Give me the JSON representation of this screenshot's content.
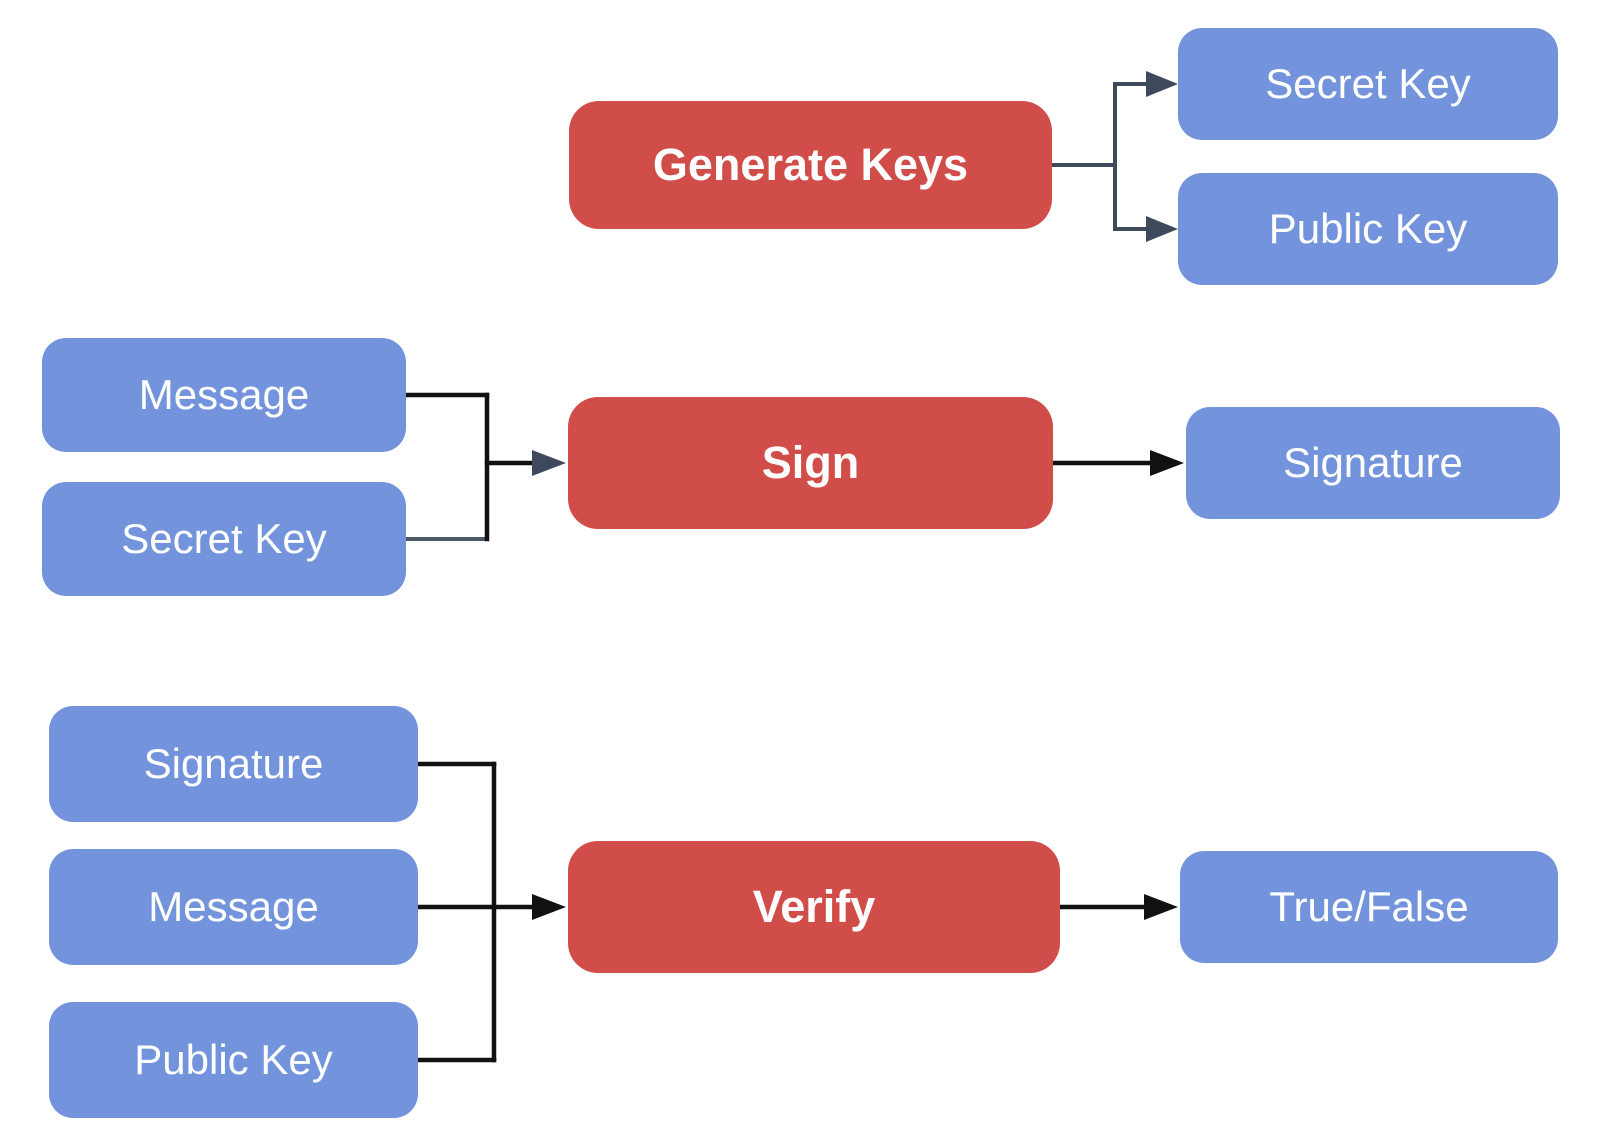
{
  "diagram": {
    "colors": {
      "background": "#ffffff",
      "process_fill": "#d14d49",
      "io_fill": "#7394dc",
      "label_text": "#ffffff",
      "connector_dark": "#3e4a5c",
      "connector_black": "#111111",
      "connector_gray": "#4d5868"
    },
    "nodes": [
      {
        "id": "generate-keys",
        "label": "Generate Keys",
        "type": "process"
      },
      {
        "id": "secret-key-output",
        "label": "Secret Key",
        "type": "io"
      },
      {
        "id": "public-key-output",
        "label": "Public Key",
        "type": "io"
      },
      {
        "id": "message-sign-input",
        "label": "Message",
        "type": "io"
      },
      {
        "id": "secret-key-sign-input",
        "label": "Secret Key",
        "type": "io"
      },
      {
        "id": "sign",
        "label": "Sign",
        "type": "process"
      },
      {
        "id": "signature-output",
        "label": "Signature",
        "type": "io"
      },
      {
        "id": "signature-verify-input",
        "label": "Signature",
        "type": "io"
      },
      {
        "id": "message-verify-input",
        "label": "Message",
        "type": "io"
      },
      {
        "id": "public-key-verify-input",
        "label": "Public Key",
        "type": "io"
      },
      {
        "id": "verify",
        "label": "Verify",
        "type": "process"
      },
      {
        "id": "true-false-output",
        "label": "True/False",
        "type": "io"
      }
    ],
    "edges": [
      {
        "from": "Generate Keys",
        "to": "Secret Key"
      },
      {
        "from": "Generate Keys",
        "to": "Public Key"
      },
      {
        "from": "Message",
        "to": "Sign"
      },
      {
        "from": "Secret Key",
        "to": "Sign"
      },
      {
        "from": "Sign",
        "to": "Signature"
      },
      {
        "from": "Signature",
        "to": "Verify"
      },
      {
        "from": "Message",
        "to": "Verify"
      },
      {
        "from": "Public Key",
        "to": "Verify"
      },
      {
        "from": "Verify",
        "to": "True/False"
      }
    ]
  }
}
